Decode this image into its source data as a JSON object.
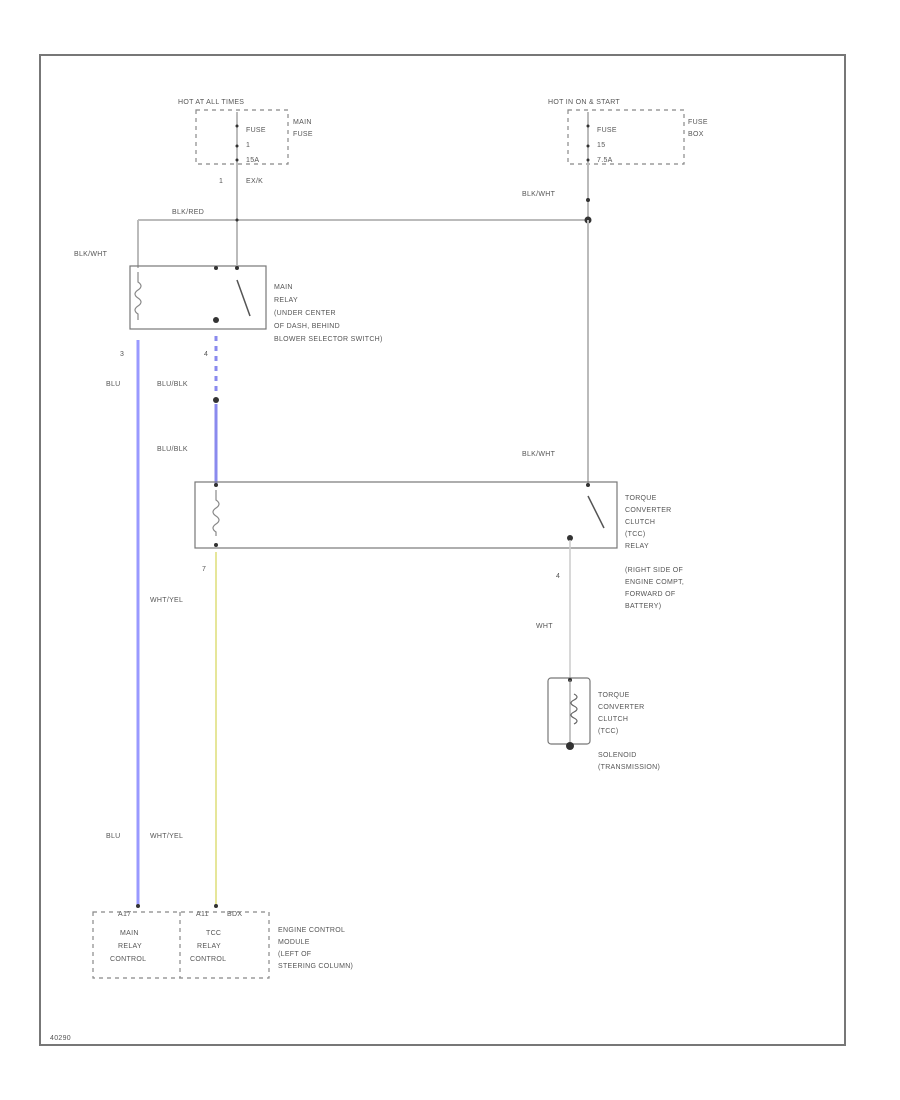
{
  "colors": {
    "border": "#777777",
    "wire_default": "#bbbbbb",
    "wire_blu": "#9999ff",
    "wire_blu_blk": "#8a8aee",
    "wire_wht_yel": "#e6e69a"
  },
  "fuse_left": {
    "header": "HOT AT ALL TIMES",
    "fuse_text": [
      "FUSE",
      "1",
      "15A"
    ],
    "box_label": [
      "MAIN",
      "FUSE"
    ],
    "pin": "1",
    "pin_label": "EX/K"
  },
  "fuse_right": {
    "header": "HOT IN ON & START",
    "fuse_text": [
      "FUSE",
      "15",
      "7.5A"
    ],
    "box_label": [
      "FUSE",
      "BOX"
    ]
  },
  "wires": {
    "blk_red": "BLK/RED",
    "blk_wht_top_left": "BLK/WHT",
    "blk_wht_top_right": "BLK/WHT",
    "blu": "BLU",
    "blu_blk_1": "BLU/BLK",
    "blu_blk_2": "BLU/BLK",
    "blk_wht_mid": "BLK/WHT",
    "wht_yel_1": "WHT/YEL",
    "wht": "WHT",
    "blu_bottom": "BLU",
    "wht_yel_2": "WHT/YEL"
  },
  "pins": {
    "main_relay_left": "3",
    "main_relay_right": "4",
    "tcc_relay_left": "7",
    "tcc_relay_right": "4"
  },
  "main_relay": {
    "label": [
      "MAIN",
      "RELAY",
      "(UNDER CENTER",
      "OF DASH, BEHIND",
      "BLOWER SELECTOR SWITCH)"
    ]
  },
  "tcc_relay": {
    "label": [
      "TORQUE",
      "CONVERTER",
      "CLUTCH",
      "(TCC)",
      "RELAY",
      "(RIGHT SIDE OF",
      "ENGINE COMPT,",
      "FORWARD OF",
      "BATTERY)"
    ]
  },
  "tcc_solenoid": {
    "label": [
      "TORQUE",
      "CONVERTER",
      "CLUTCH",
      "(TCC)",
      "SOLENOID",
      "(TRANSMISSION)"
    ]
  },
  "ecm": {
    "pin_left": "A17",
    "pin_right": "A11",
    "connector": "BDX",
    "left_cell": [
      "MAIN",
      "RELAY",
      "CONTROL"
    ],
    "right_cell": [
      "TCC",
      "RELAY",
      "CONTROL"
    ],
    "label": [
      "ENGINE CONTROL",
      "MODULE",
      "(LEFT OF",
      "STEERING COLUMN)"
    ]
  },
  "footer_code": "40290"
}
